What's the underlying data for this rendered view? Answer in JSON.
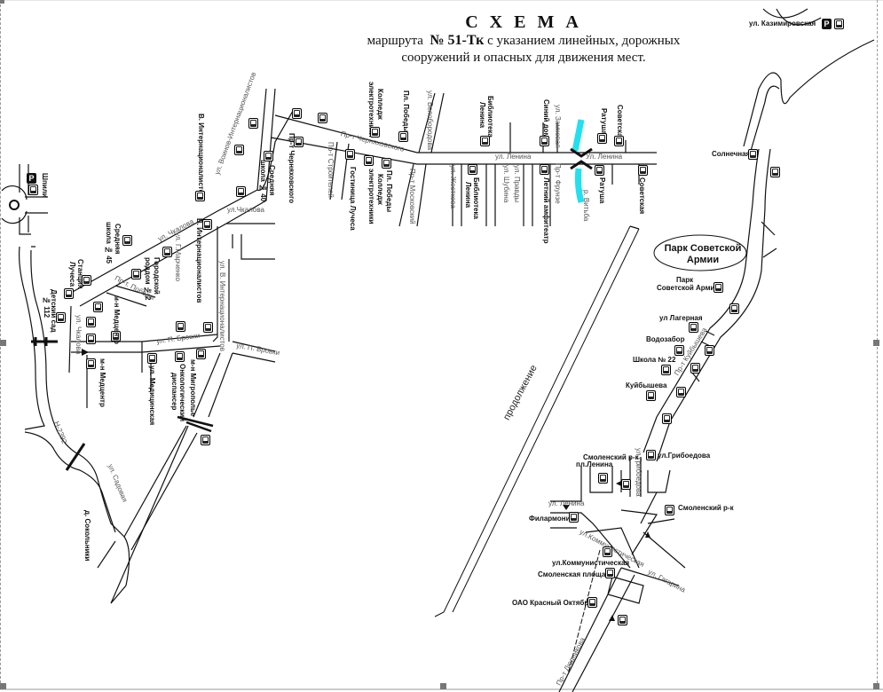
{
  "title": {
    "heading": "С Х Е М А",
    "line1_prefix": "маршрута",
    "route_number": "№ 51-Тк",
    "line1_suffix": "с указанием линейных, дорожных",
    "line2": "сооружений и  опасных для движения мест."
  },
  "park": {
    "name_line1": "Парк Советской",
    "name_line2": "Армии"
  },
  "continuation_label": "продолжение",
  "streets": {
    "kazimirovskaya": "ул. Казимировская",
    "lenina_center": "ул. Ленина",
    "lenina_right": "Ул. Ленина",
    "lenina_south": "ул. Ленина",
    "chkalova_1": "ул. Чкалова",
    "chkalova_2": "ул.Чкалова",
    "chkalova_vert": "ул. Чкалова",
    "pr_pobedy": "Пр-т. Победы",
    "p_brovki_1": "ул. П. Бровки",
    "p_brovki_2": "ул. П. Бровки",
    "v_internatsionalistov": "ул. В. Интернационалистов",
    "voinov_internatsionalistov": "ул. Воинов-Интернационалистов",
    "pr_chernyakhovskogo": "Пр-т Черняховского",
    "pr_stroiteley": "Пр-т Строителей",
    "belorusskaya": "ул. Белобородова",
    "pr_moskovsky": "Пр-т Московский",
    "zhestkova": "ул. Жесткова",
    "shubina": "ул. Шубина",
    "pravdy": "ул. Правды",
    "zamkovaya": "ул. Замковая",
    "pr_frunze": "Пр-т Фрунзе",
    "river_vitba": "р. Витьба",
    "pr_kuybysheva": "Пр-т Куйбышева",
    "griboedova": "ул.Грибоедова",
    "kommunisticheskaya": "ул.Коммунистическая",
    "gagarina": "ул. Гагарина",
    "pr_lyudnikova": "Пр-т Людникова",
    "n2392": "Н-2392",
    "sadovaya": "ул. Садовая",
    "d_sokolniki": "д. Сокольники",
    "mayakovskogo": "ул. Г.Марченко"
  },
  "stops": [
    "Шпили",
    "Средняя школа № 45",
    "Станция Лучеса",
    "Детский сад № 112",
    "Городской роддом № 2",
    "м-н Медцентр",
    "м-н Медцентр",
    "ул. Медицинская",
    "Онкологический диспансер",
    "м-н Мигрополье",
    "В. Интернационалистов",
    "Средняя школа № 40",
    "Пр-т Черняховского",
    "Гостиница Лучеса",
    "Колледж электротехники",
    "Пл. Победы",
    "Колледж электротехники",
    "Пл. Победы",
    "Библиотека Ленина",
    "Библиотека Ленина",
    "Летний амфитеатр",
    "Ратуша",
    "Советская",
    "Ратуша",
    "Советская",
    "Синий дом",
    "Солнечная",
    "Парк Советской Армии",
    "ул Лагерная",
    "Водозабор",
    "Школа № 22",
    "Куйбышева",
    "ул.Грибоедова",
    "Смоленский р-к пл.Ленина",
    "Смоленский р-к",
    "Филармония",
    "ул.Коммунистическая",
    "Смоленская площадь",
    "ОАО Красный Октябрь"
  ],
  "labels": {
    "shpili": "Шпили",
    "school45_1": "Средняя",
    "school45_2": "школа № 45",
    "stanciya_1": "Станция",
    "stanciya_2": "Лучеса",
    "detsad_1": "Детский сад",
    "detsad_2": "№ 112",
    "roddom_1": "Городской",
    "roddom_2": "роддом № 2",
    "medcentr_1": "м-н Медцентр",
    "medcentr_2": "м-н Медцентр",
    "medicinskaya": "ул. Медицинская",
    "onko_1": "Онкологический",
    "onko_2": "диспансер",
    "migropole": "м-н Мигрополье",
    "v_int_stop": "В. Интернационалистов",
    "v_int_stop2": "В. Интернационалистов",
    "school40_1": "Средняя",
    "school40_2": "школа № 40",
    "pr_chern_stop": "Пр-т Черняховского",
    "gostinica": "Гостиница Лучеса",
    "college_1": "Колледж",
    "college_2": "электротехники",
    "college2_1": "Колледж",
    "college2_2": "электротехники",
    "pl_pobedy_1": "Пл. Победы",
    "pl_pobedy_2": "Пл. Победы",
    "bibl_1a": "Библиотека",
    "bibl_1b": "Ленина",
    "bibl_2a": "Библиотека",
    "bibl_2b": "Ленина",
    "letniy": "Летний амфитеатр",
    "siniy_dom": "Синий дом",
    "ratusha_1": "Ратуша",
    "ratusha_2": "Ратуша",
    "sovetskaya_1": "Советская",
    "sovetskaya_2": "Советская",
    "solnechnaya": "Солнечная",
    "park_sa_1": "Парк",
    "park_sa_2": "Советской Армии",
    "lagernaya": "ул Лагерная",
    "vodozabor": "Водозабор",
    "school22": "Школа № 22",
    "kuybysheva": "Куйбышева",
    "griboedova_stop": "ул.Грибоедова",
    "smol_rk_1": "Смоленский р-к",
    "smol_rk_2": "пл.Ленина",
    "smol_rk_3": "Смоленский р-к",
    "filarmoniya": "Филармония",
    "kommun_stop": "ул.Коммунистическая",
    "smol_pl": "Смоленская площадь",
    "krasny": "ОАО Красный Октябрь",
    "parking": "P"
  }
}
